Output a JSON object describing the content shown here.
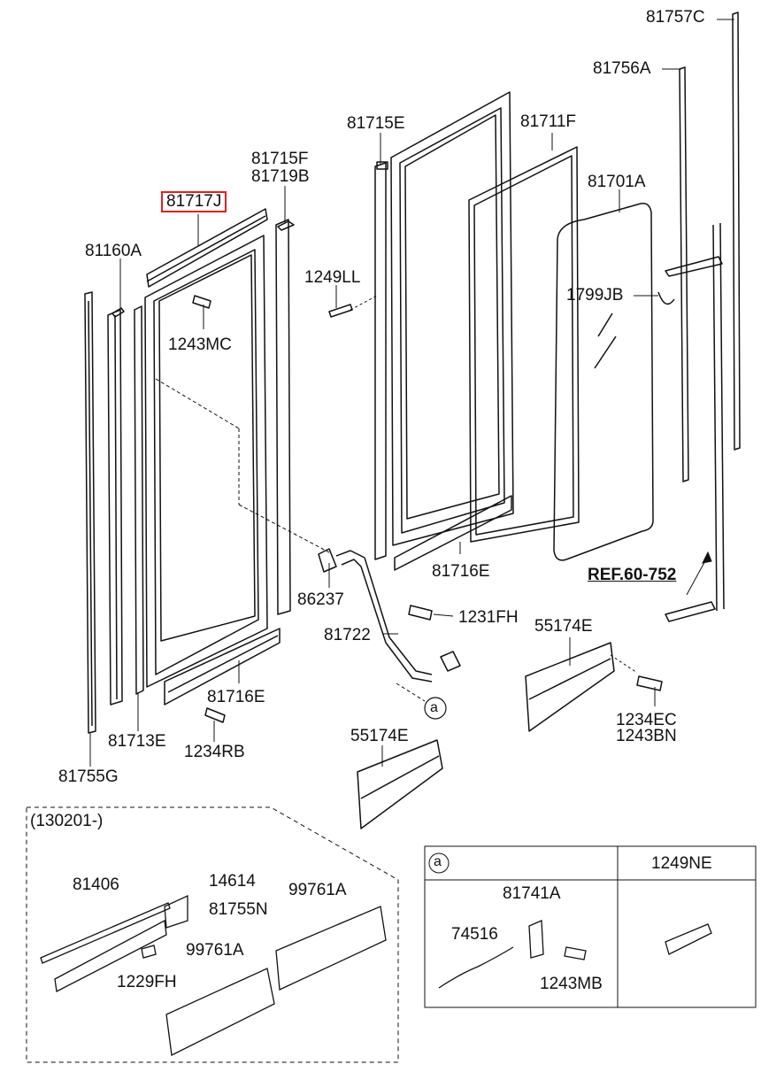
{
  "labels": {
    "p81757C": "81757C",
    "p81756A": "81756A",
    "p81715E": "81715E",
    "p81711F": "81711F",
    "p81715F": "81715F",
    "p81719B": "81719B",
    "p81717J": "81717J",
    "p81701A": "81701A",
    "p81160A": "81160A",
    "p1249LL": "1249LL",
    "p1799JB": "1799JB",
    "p1243MC": "1243MC",
    "ref": "REF.60-752",
    "p81716E_a": "81716E",
    "p86237": "86237",
    "p1231FH": "1231FH",
    "p55174E_a": "55174E",
    "p81722": "81722",
    "p81716E_b": "81716E",
    "callout_a": "a",
    "p1234EC": "1234EC",
    "p1243BN": "1243BN",
    "p81713E": "81713E",
    "p1234RB": "1234RB",
    "p55174E_b": "55174E",
    "p81755G": "81755G"
  },
  "inset_left": {
    "header": "(130201-)",
    "p81406": "81406",
    "p14614": "14614",
    "p81755N": "81755N",
    "p99761A_a": "99761A",
    "p99761A_b": "99761A",
    "p1229FH": "1229FH"
  },
  "inset_table": {
    "cell_a": "a",
    "col_header": "1249NE",
    "p81741A": "81741A",
    "p74516": "74516",
    "p1243MB": "1243MB"
  },
  "colors": {
    "highlight": "#e02020",
    "line": "#111111"
  }
}
